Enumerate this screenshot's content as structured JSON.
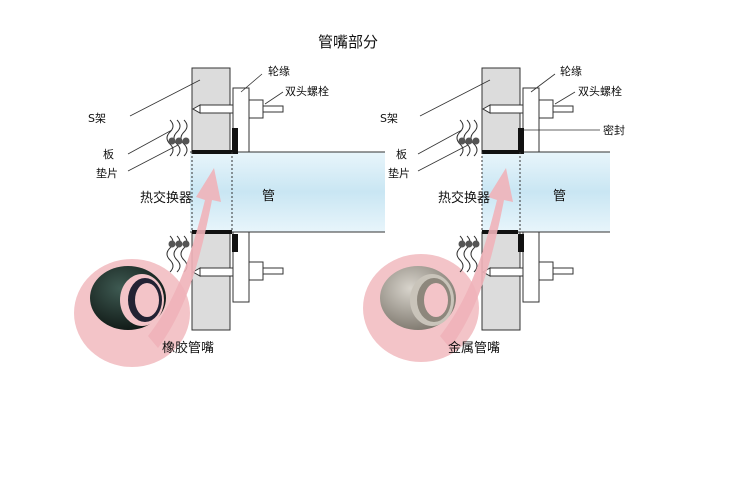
{
  "title": "管嘴部分",
  "left_panel": {
    "labels": {
      "rim": "轮缘",
      "stud_bolt": "双头螺栓",
      "s_frame": "S架",
      "plate": "板",
      "gasket": "垫片",
      "heat_exchanger": "热交换器",
      "pipe": "管",
      "nozzle": "橡胶管嘴"
    }
  },
  "right_panel": {
    "labels": {
      "rim": "轮缘",
      "stud_bolt": "双头螺栓",
      "s_frame": "S架",
      "seal": "密封",
      "plate": "板",
      "gasket": "垫片",
      "heat_exchanger": "热交换器",
      "pipe": "管",
      "nozzle": "金属管嘴"
    }
  },
  "colors": {
    "wall": "#dcdcdc",
    "pipe": "#d5ecf6",
    "arrow": "#f0b3b9",
    "rubber": "#1d2a26",
    "metal": "#a9a49a"
  }
}
